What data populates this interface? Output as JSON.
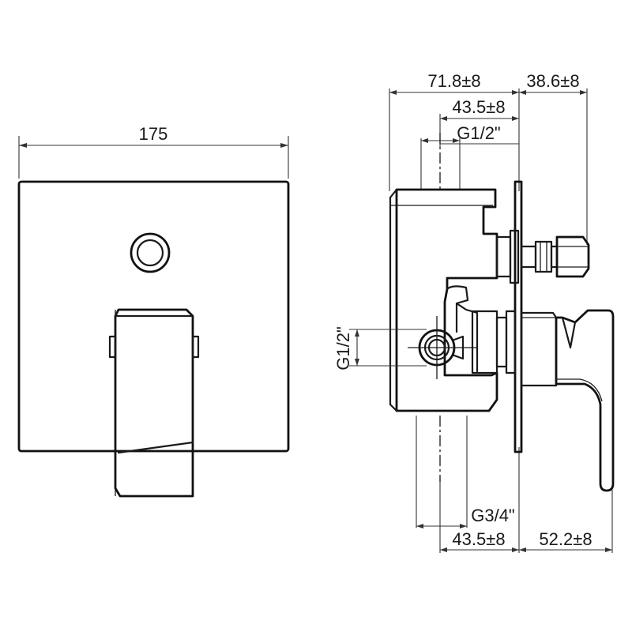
{
  "front_view": {
    "width_label": "175"
  },
  "side_view": {
    "total_depth_label": "71.8±8",
    "front_projection_label": "38.6±8",
    "top_offset_label": "43.5±8",
    "top_thread_label": "G1/2\"",
    "side_thread_label": "G1/2\"",
    "bottom_thread_label": "G3/4\"",
    "bottom_offset_label": "43.5±8",
    "handle_projection_label": "52.2±8"
  }
}
